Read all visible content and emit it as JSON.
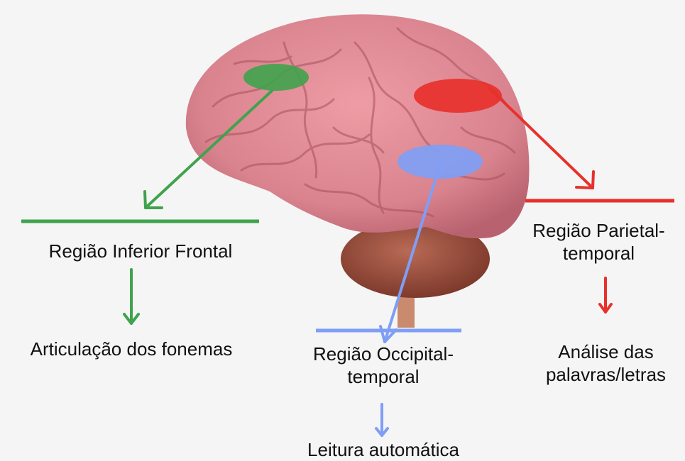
{
  "colors": {
    "background": "#f5f5f5",
    "frontal": "#3fa34d",
    "parietal": "#e8312c",
    "occipital": "#7f9ef5",
    "brain": "#e0909a",
    "cerebellum": "#a1523f"
  },
  "regions": {
    "frontal": {
      "name": "Região Inferior Frontal",
      "function": "Articulação dos fonemas"
    },
    "parietal": {
      "name_line1": "Região Parietal-",
      "name_line2": "temporal",
      "function_line1": "Análise das",
      "function_line2": "palavras/letras"
    },
    "occipital": {
      "name_line1": "Região Occipital-",
      "name_line2": "temporal",
      "function": "Leitura automática"
    }
  }
}
